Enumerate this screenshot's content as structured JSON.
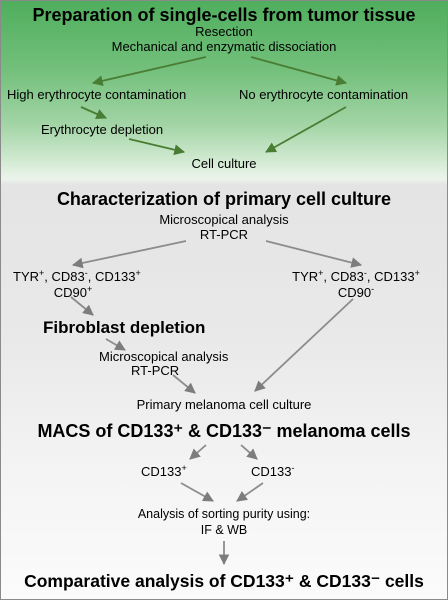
{
  "sections": {
    "preparation": {
      "title": "Preparation of single-cells from tumor tissue",
      "resection": "Resection",
      "dissociation": "Mechanical and enzymatic dissociation",
      "high_contamination": "High erythrocyte contamination",
      "no_contamination": "No erythrocyte contamination",
      "erythrocyte_depletion": "Erythrocyte depletion",
      "cell_culture": "Cell culture"
    },
    "characterization": {
      "title": "Characterization of primary cell culture",
      "microscopical": "Microscopical analysis",
      "rtpcr": "RT-PCR",
      "left_markers": {
        "tyr": "TYR",
        "cd83": "CD83",
        "cd133": "CD133",
        "cd90": "CD90"
      },
      "right_markers": {
        "tyr": "TYR",
        "cd83": "CD83",
        "cd133": "CD133",
        "cd90": "CD90"
      },
      "fibroblast_depletion": "Fibroblast depletion",
      "microscopical_2": "Microscopical analysis",
      "rtpcr_2": "RT-PCR",
      "primary_culture": "Primary melanoma cell culture"
    },
    "macs": {
      "title": "MACS of CD133⁺ & CD133⁻ melanoma cells",
      "cd133_pos": "CD133",
      "cd133_neg": "CD133",
      "sorting_purity": "Analysis of sorting purity using:",
      "methods": "IF & WB"
    },
    "comparative": {
      "title": "Comparative analysis of CD133⁺ & CD133⁻ cells"
    }
  },
  "symbols": {
    "plus": "+",
    "minus": "-",
    "comma": ", ",
    "plus_comma": "+, ",
    "minus_comma": "-, "
  },
  "colors": {
    "green_top": "#4fae5d",
    "arrow_green": "#4a7d34",
    "arrow_gray": "#8c8c8c",
    "border": "#8a8a8a"
  }
}
